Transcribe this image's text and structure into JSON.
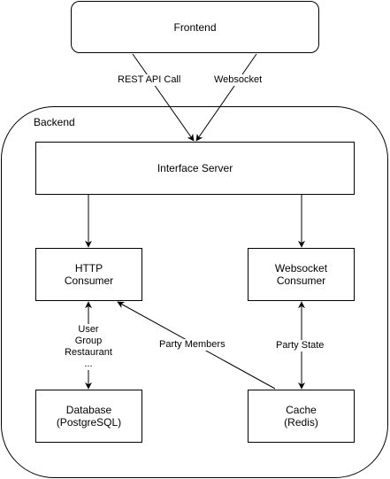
{
  "frontend": {
    "label": "Frontend"
  },
  "backend": {
    "label": "Backend"
  },
  "interface_server": {
    "label": "Interface Server"
  },
  "http_consumer": {
    "line1": "HTTP",
    "line2": "Consumer"
  },
  "websocket_consumer": {
    "line1": "Websocket",
    "line2": "Consumer"
  },
  "database": {
    "line1": "Database",
    "line2": "(PostgreSQL)"
  },
  "cache": {
    "line1": "Cache",
    "line2": "(Redis)"
  },
  "edges": {
    "rest_api_call": "REST API Call",
    "websocket": "Websocket",
    "db_items": [
      "User",
      "Group",
      "Restaurant",
      "..."
    ],
    "party_members": "Party Members",
    "party_state": "Party State"
  },
  "colors": {
    "stroke": "#000000",
    "fill": "#ffffff"
  }
}
